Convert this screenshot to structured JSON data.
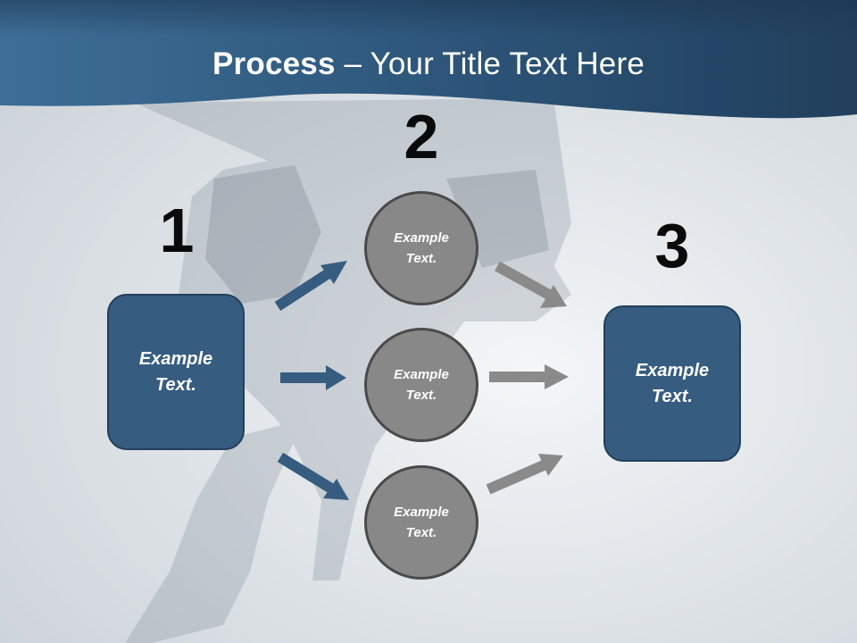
{
  "slide": {
    "title_bold": "Process",
    "title_rest": " – Your Title Text Here",
    "step_numbers": [
      "1",
      "2",
      "3"
    ],
    "left_box": "Example Text.",
    "circles": [
      "Example Text.",
      "Example Text.",
      "Example Text."
    ],
    "right_box": "Example Text."
  },
  "colors": {
    "header_blue": "#2f5a80",
    "box_blue": "#365c80",
    "arrow_blue": "#365c80",
    "arrow_gray": "#8a8a8a",
    "circle_gray": "#888888"
  }
}
